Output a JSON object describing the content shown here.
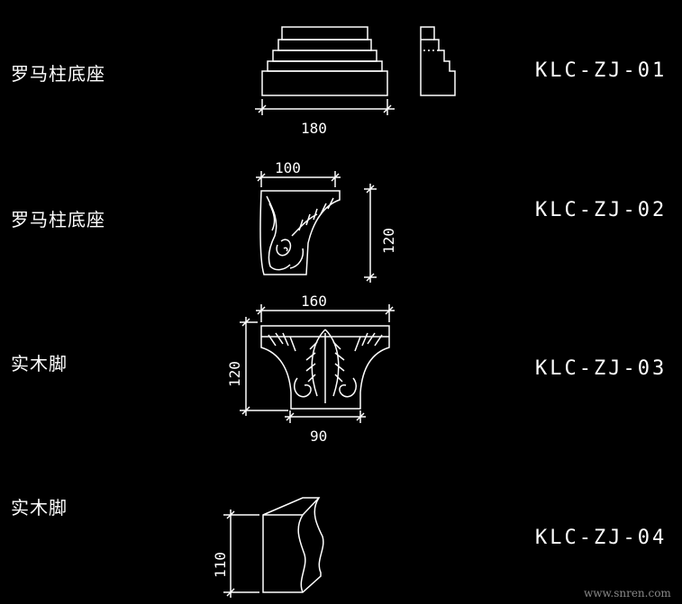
{
  "rows": [
    {
      "label": "罗马柱底座",
      "code": "KLC-ZJ-01",
      "dims": [
        "180"
      ]
    },
    {
      "label": "罗马柱底座",
      "code": "KLC-ZJ-02",
      "dims": [
        "100",
        "120"
      ]
    },
    {
      "label": "实木脚",
      "code": "KLC-ZJ-03",
      "dims": [
        "160",
        "120",
        "90"
      ]
    },
    {
      "label": "实木脚",
      "code": "KLC-ZJ-04",
      "dims": [
        "110"
      ]
    }
  ],
  "watermark": "www.snren.com",
  "colors": {
    "background": "#000000",
    "lines": "#ffffff"
  }
}
